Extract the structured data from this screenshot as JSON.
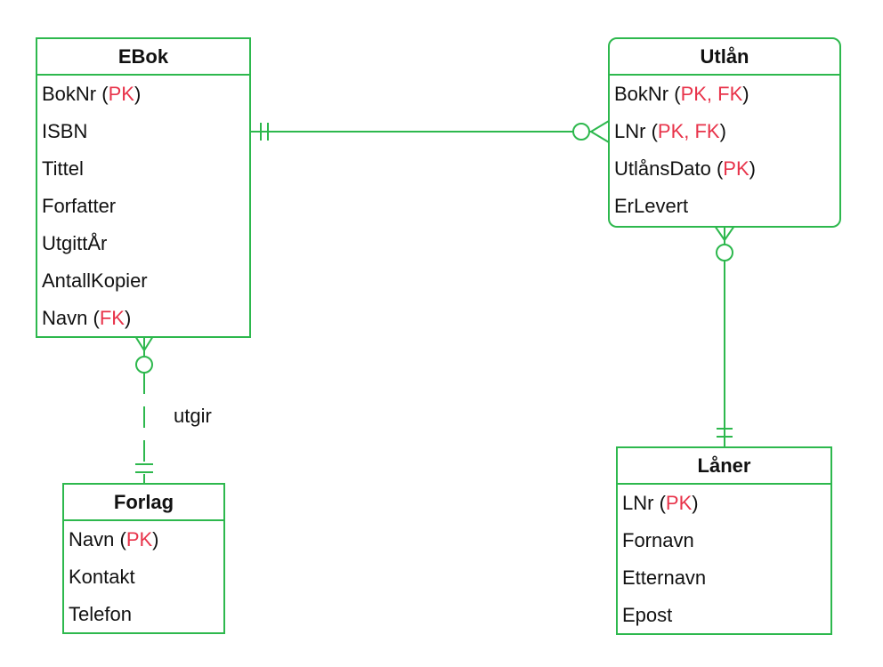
{
  "colors": {
    "line": "#2db84d",
    "key": "#e8334a",
    "text": "#111111"
  },
  "entities": {
    "ebok": {
      "title": "EBok",
      "attributes": [
        {
          "name": "BokNr",
          "key": "PK"
        },
        {
          "name": "ISBN",
          "key": ""
        },
        {
          "name": "Tittel",
          "key": ""
        },
        {
          "name": "Forfatter",
          "key": ""
        },
        {
          "name": "UtgittÅr",
          "key": ""
        },
        {
          "name": "AntallKopier",
          "key": ""
        },
        {
          "name": "Navn",
          "key": "FK"
        }
      ]
    },
    "utlan": {
      "title": "Utlån",
      "attributes": [
        {
          "name": "BokNr",
          "key": "PK, FK"
        },
        {
          "name": "LNr",
          "key": "PK, FK"
        },
        {
          "name": "UtlånsDato",
          "key": "PK"
        },
        {
          "name": "ErLevert",
          "key": ""
        }
      ]
    },
    "forlag": {
      "title": "Forlag",
      "attributes": [
        {
          "name": "Navn",
          "key": "PK"
        },
        {
          "name": "Kontakt",
          "key": ""
        },
        {
          "name": "Telefon",
          "key": ""
        }
      ]
    },
    "laner": {
      "title": "Låner",
      "attributes": [
        {
          "name": "LNr",
          "key": "PK"
        },
        {
          "name": "Fornavn",
          "key": ""
        },
        {
          "name": "Etternavn",
          "key": ""
        },
        {
          "name": "Epost",
          "key": ""
        }
      ]
    }
  },
  "relationships": [
    {
      "from": "ebok",
      "to": "utlan",
      "from_cardinality": "one-and-only-one",
      "to_cardinality": "zero-or-many",
      "style": "solid"
    },
    {
      "from": "laner",
      "to": "utlan",
      "from_cardinality": "one-and-only-one",
      "to_cardinality": "zero-or-many",
      "style": "solid"
    },
    {
      "from": "forlag",
      "to": "ebok",
      "from_cardinality": "one-and-only-one",
      "to_cardinality": "zero-or-many",
      "style": "dashed",
      "label": "utgir"
    }
  ]
}
